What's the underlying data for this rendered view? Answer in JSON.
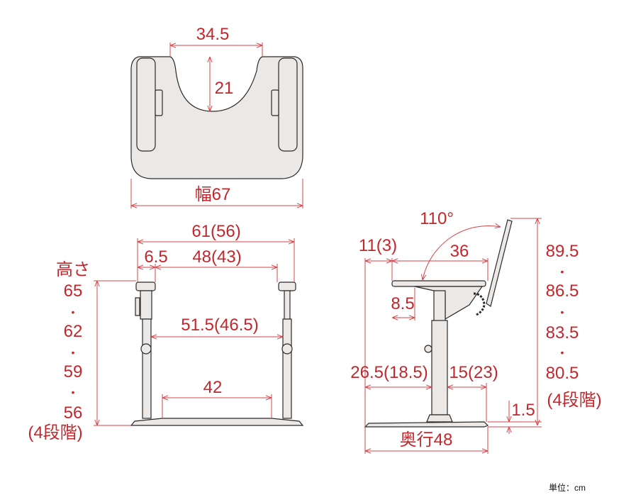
{
  "colors": {
    "dimension": "#c0282d",
    "part_fill": "#ece8e6",
    "outline": "#2a2a2a"
  },
  "top_view": {
    "cutout_width": "34.5",
    "cutout_depth": "21",
    "width": "幅67"
  },
  "front_view": {
    "outer_width": "61(56)",
    "offset": "6.5",
    "inner_width": "48(43)",
    "pole_span": "51.5(46.5)",
    "base_gap": "42",
    "height_label": "高さ",
    "heights": [
      "65",
      "62",
      "59",
      "56"
    ],
    "separator": "•",
    "steps": "(4段階)"
  },
  "side_view": {
    "angle": "110°",
    "overhang": "11(3)",
    "depth_top": "36",
    "bracket": "8.5",
    "front_base": "26.5(18.5)",
    "rear_base": "15(23)",
    "base_thickness": "1.5",
    "total_depth": "奥行48",
    "heights": [
      "89.5",
      "86.5",
      "83.5",
      "80.5"
    ],
    "separator": "•",
    "steps": "(4段階)"
  },
  "unit": "単位：cm"
}
